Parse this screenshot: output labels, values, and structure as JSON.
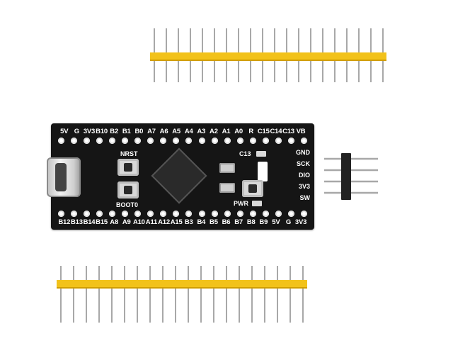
{
  "board": {
    "top_pins": [
      "5V",
      "G",
      "3V3",
      "B10",
      "B2",
      "B1",
      "B0",
      "A7",
      "A6",
      "A5",
      "A4",
      "A3",
      "A2",
      "A1",
      "A0",
      "R",
      "C15",
      "C14",
      "C13",
      "VB"
    ],
    "bottom_pins": [
      "B12",
      "B13",
      "B14",
      "B15",
      "A8",
      "A9",
      "A10",
      "A11",
      "A12",
      "A15",
      "B3",
      "B4",
      "B5",
      "B6",
      "B7",
      "B8",
      "B9",
      "5V",
      "G",
      "3V3"
    ],
    "nrst_label": "NRST",
    "boot0_label": "BOOT0",
    "c13_label": "C13",
    "pwr_label": "PWR",
    "side_labels": [
      "GND",
      "SCK",
      "DIO",
      "3V3",
      "SW"
    ]
  },
  "colors": {
    "pcb": "#151515",
    "header_plastic": "#f2c21a",
    "pin_metal": "#a8a8a8",
    "swd_plastic": "#222222"
  }
}
